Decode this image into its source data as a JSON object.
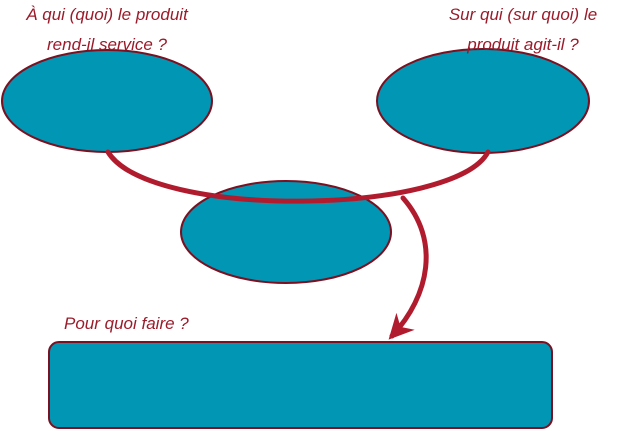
{
  "labels": {
    "left_line1": "À qui (quoi) le produit",
    "left_line2": "rend-il service ?",
    "right_line1": "Sur qui (sur quoi) le",
    "right_line2": "produit agit-il ?",
    "bottom": "Pour quoi faire ?"
  },
  "colors": {
    "fill": "#0096b4",
    "outline": "#7a1020",
    "arc": "#b01c2e",
    "text": "#9b1b2a"
  }
}
